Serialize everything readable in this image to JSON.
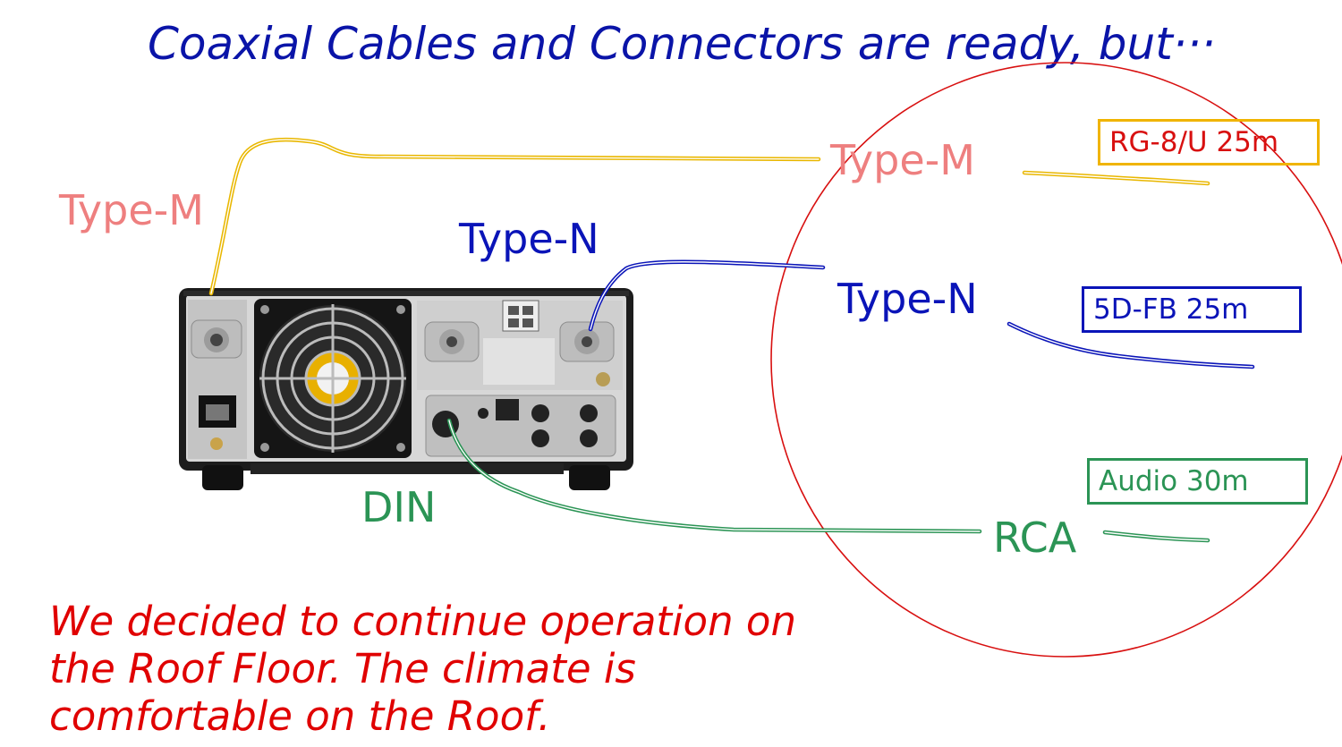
{
  "title": "Coaxial Cables and Connectors are ready, but···",
  "labels": {
    "left_type_m": "Type-M",
    "left_type_n": "Type-N",
    "left_din": "DIN",
    "right_type_m": "Type-M",
    "right_type_n": "Type-N",
    "right_rca": "RCA"
  },
  "cables": {
    "rg8": "RG-8/U 25m",
    "fb5d": "5D-FB 25m",
    "audio": "Audio 30m"
  },
  "note": "We decided to continue operation on the Roof Floor. The climate is comfortable on the Roof.",
  "colors": {
    "title": "#0a14a8",
    "type_m": "#ee7f7f",
    "type_n": "#0a14b8",
    "din_rca": "#2b9455",
    "rg8_box": "#f0b400",
    "circle": "#d81010",
    "note": "#e00000"
  },
  "icons": {
    "device": "transceiver-rear-panel",
    "fan": "cooling-fan-icon"
  }
}
